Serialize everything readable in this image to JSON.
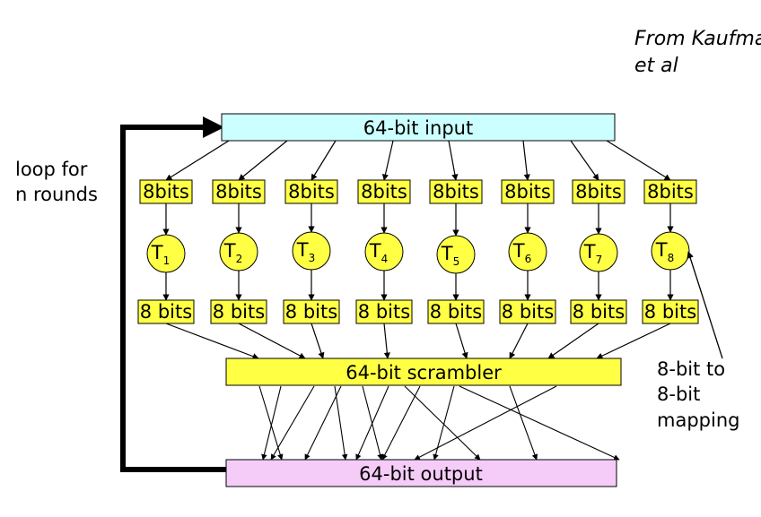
{
  "credit": {
    "line1": "From Kaufman",
    "line2": "et al"
  },
  "loop_label": {
    "line1": "loop for",
    "line2": "n rounds"
  },
  "input_box": {
    "label": "64-bit input",
    "color": "#ccffff"
  },
  "output_box": {
    "label": "64-bit output",
    "color": "#f5ccf7"
  },
  "scrambler_box": {
    "label": "64-bit scrambler",
    "color": "#ffff44"
  },
  "chunk_color": "#ffff44",
  "chunks_in": [
    "8bits",
    "8bits",
    "8bits",
    "8bits",
    "8bits",
    "8bits",
    "8bits",
    "8bits"
  ],
  "chunks_out": [
    "8 bits",
    "8 bits",
    "8 bits",
    "8 bits",
    "8 bits",
    "8 bits",
    "8 bits",
    "8 bits"
  ],
  "tables": [
    {
      "letter": "T",
      "index": "1"
    },
    {
      "letter": "T",
      "index": "2"
    },
    {
      "letter": "T",
      "index": "3"
    },
    {
      "letter": "T",
      "index": "4"
    },
    {
      "letter": "T",
      "index": "5"
    },
    {
      "letter": "T",
      "index": "6"
    },
    {
      "letter": "T",
      "index": "7"
    },
    {
      "letter": "T",
      "index": "8"
    }
  ],
  "mapping_note": {
    "line1": "8-bit to",
    "line2": "8-bit",
    "line3": "mapping"
  }
}
